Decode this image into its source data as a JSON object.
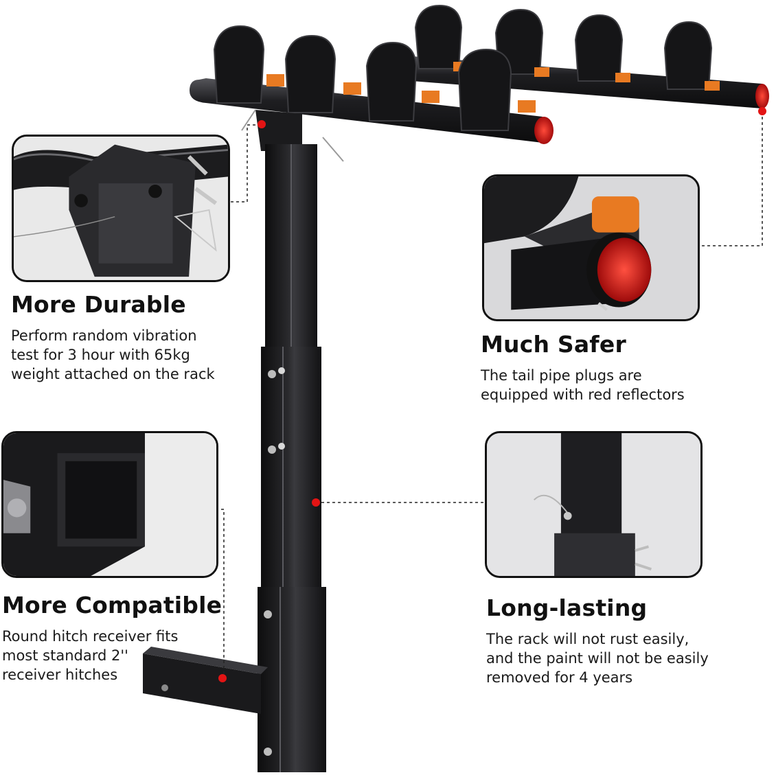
{
  "colors": {
    "rack": "#1c1c1e",
    "rack_highlight": "#4a4a4e",
    "accent_orange": "#e87a22",
    "reflector_red": "#d41616",
    "callout_dot": "#e31414",
    "text": "#111111"
  },
  "features": [
    {
      "title": "More Durable",
      "lines": [
        "Perform random vibration",
        "test for 3 hour with 65kg",
        "weight attached on the rack"
      ]
    },
    {
      "title": "Much Safer",
      "lines": [
        "The tail pipe plugs are",
        "equipped with red reflectors"
      ]
    },
    {
      "title": "More Compatible",
      "lines": [
        "Round hitch receiver fits",
        "most standard  2''",
        "receiver hitches"
      ]
    },
    {
      "title": "Long-lasting",
      "lines": [
        "The rack will not rust easily,",
        "and the paint will not be easily",
        "removed for 4 years"
      ]
    }
  ],
  "insets": [
    {
      "subject": "pivot-bracket-detail"
    },
    {
      "subject": "reflector-plug-detail"
    },
    {
      "subject": "square-receiver-detail"
    },
    {
      "subject": "mast-pin-detail"
    }
  ]
}
